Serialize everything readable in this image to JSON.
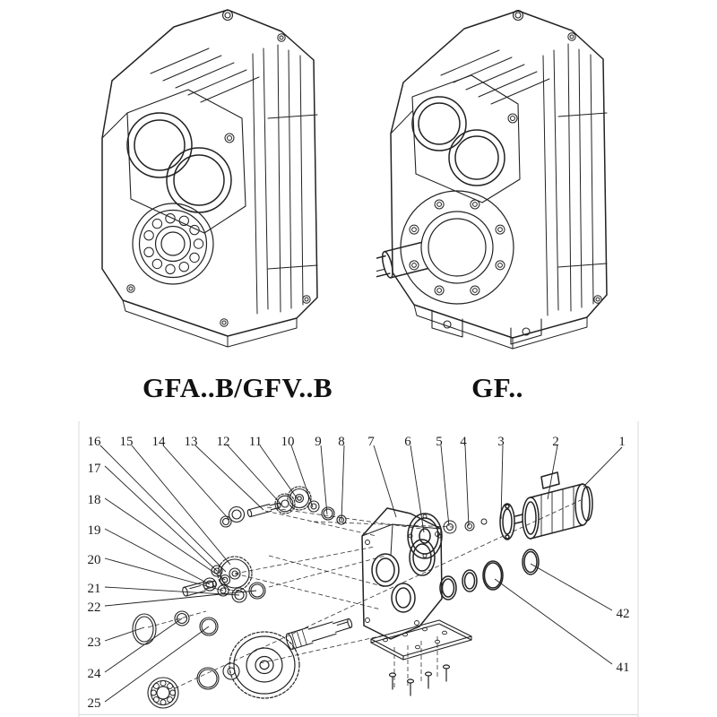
{
  "page": {
    "background": "#ffffff",
    "ink": "#222222"
  },
  "models": {
    "left_label": "GFA..B/GFV..B",
    "right_label": "GF.."
  },
  "exploded": {
    "callouts_top": [
      "16",
      "15",
      "14",
      "13",
      "12",
      "11",
      "10",
      "9",
      "8",
      "7",
      "6",
      "5",
      "4",
      "3",
      "2",
      "1"
    ],
    "callouts_left": [
      "17",
      "18",
      "19",
      "20",
      "21",
      "22",
      "23",
      "24",
      "25"
    ],
    "callouts_right": [
      "42",
      "41"
    ]
  }
}
